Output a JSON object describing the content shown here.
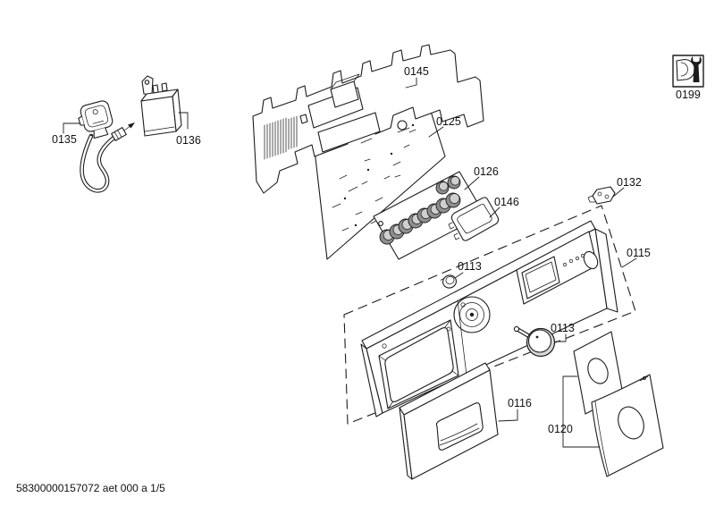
{
  "document": {
    "footer_code": "58300000157072 aet 000 a 1/5"
  },
  "parts": {
    "power_cord": "0135",
    "suppressor": "0136",
    "carrier_frame": "0145",
    "main_pcb": "0125",
    "button_pcb": "0126",
    "display_window": "0146",
    "mounting_clip": "0132",
    "control_panel": "0115",
    "button_cap": "0113",
    "rotary_knob": "0113",
    "drawer_front": "0116",
    "cover_plates": "0120",
    "service_icon": "0199"
  },
  "colors": {
    "line": "#1c1c1c",
    "background": "#ffffff",
    "button_shade": "#8e8e8e",
    "knob_shade": "#d7d7d7"
  }
}
